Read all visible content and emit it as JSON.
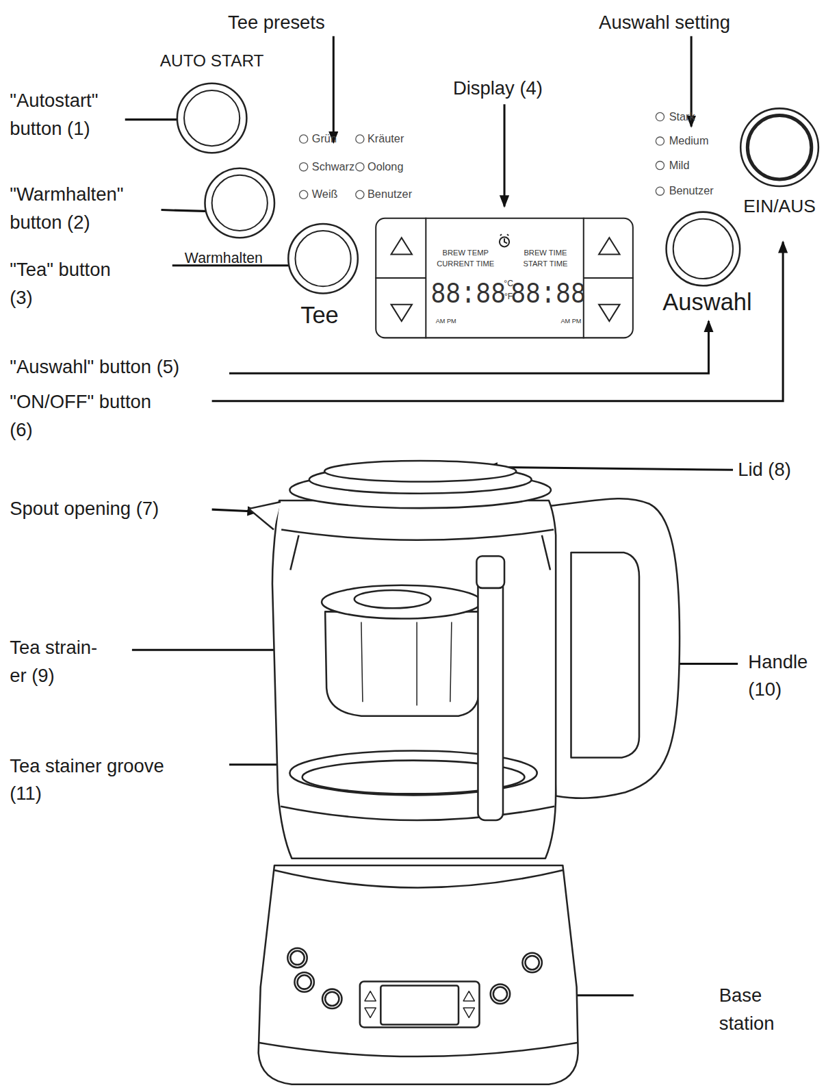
{
  "diagram": {
    "nodes": [
      {
        "text": [
          "AUTO START"
        ]
      },
      {
        "text": [
          "Warmhalten"
        ]
      },
      {
        "text": [
          "Tee"
        ]
      },
      {
        "text": [
          "BREW TEMP",
          "CURRENT TIME",
          "BREW TIME",
          "START TIME",
          "88:88",
          "°C",
          "°F",
          "88:88",
          "AM PM",
          "AM PM"
        ]
      },
      {
        "text": [
          "Auswahl"
        ]
      },
      {
        "text": [
          "EIN/AUS"
        ]
      }
    ],
    "labels": [
      "Tee presets",
      "Auswahl setting",
      "\"Autostart\" button (1)",
      "Display (4)",
      "Stark",
      "Grün",
      "Kräuter",
      "Medium",
      "Schwarz",
      "Oolong",
      "Mild",
      "Weiß",
      "Benutzer",
      "Benutzer",
      "\"Warmhalten\" button (2)",
      "\"Tea\" button (3)",
      "\"Auswahl\" button (5)",
      "\"ON/OFF\" button (6)",
      "Lid (8)",
      "Spout opening (7)",
      "Tea strain- er (9)",
      "Handle (10)",
      "Tea stainer groove (11)",
      "Base station"
    ]
  }
}
